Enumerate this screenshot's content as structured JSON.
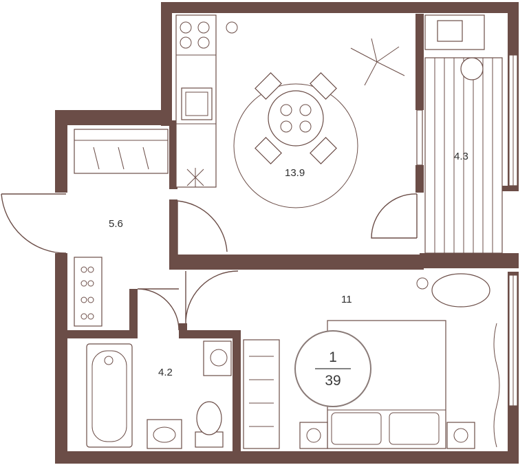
{
  "rooms": {
    "kitchen_area": "13.9",
    "hall_area": "5.6",
    "balcony_area": "4.3",
    "bedroom_area": "11",
    "bathroom_area": "4.2"
  },
  "badge": {
    "rooms_count": "1",
    "total_area": "39"
  },
  "colors": {
    "wall": "#6b4d47",
    "line": "#6b4d47",
    "background": "#ffffff"
  }
}
